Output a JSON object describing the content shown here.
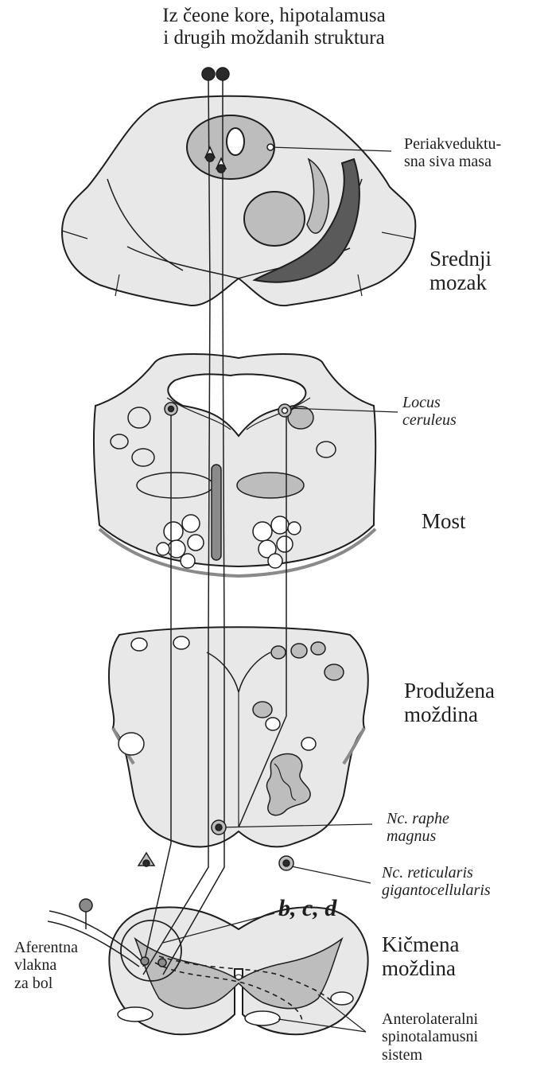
{
  "header": {
    "line1": "Iz čeone kore, hipotalamusa",
    "line2": "i drugih moždanih struktura"
  },
  "labels": {
    "periaqueductal": [
      "Periakveduktu-",
      "sna siva masa"
    ],
    "midbrain": [
      "Srednji",
      "mozak"
    ],
    "locus": [
      "Locus",
      "ceruleus"
    ],
    "pons": "Most",
    "medulla": [
      "Produžena",
      "moždina"
    ],
    "raphe": [
      "Nc. raphe",
      "magnus"
    ],
    "reticularis": [
      "Nc. reticularis",
      "gigantocellularis"
    ],
    "bcd": "b, c, d",
    "spinal": [
      "Kičmena",
      "moždina"
    ],
    "afferent": [
      "Aferentna",
      "vlakna",
      "za bol"
    ],
    "anterolateral": [
      "Anterolateralni",
      "spinotalamusni",
      "sistem"
    ]
  },
  "colors": {
    "outline": "#1e1e1e",
    "section_fill": "#e8e8e8",
    "gray_matter": "#bdbdbd",
    "dark_tract": "#5a5a5a",
    "neuron": "#2a2a2a"
  }
}
